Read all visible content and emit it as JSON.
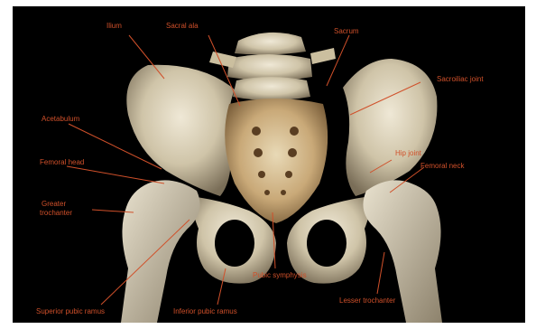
{
  "figure": {
    "background_color": "#000000",
    "bone_color": "#d8cfb8",
    "label_color": "#d0502a",
    "labels": {
      "ilium": "Ilium",
      "sacral_ala": "Sacral ala",
      "sacrum": "Sacrum",
      "sacroiliac_joint": "Sacroiliac joint",
      "acetabulum": "Acetabulum",
      "hip_joint": "Hip joint",
      "femoral_head": "Femoral head",
      "femoral_neck": "Femoral neck",
      "greater_trochanter_line1": "Greater",
      "greater_trochanter_line2": "trochanter",
      "pubic_symphysis": "Pubic symphysis",
      "superior_pubic_ramus": "Superior pubic ramus",
      "inferior_pubic_ramus": "Inferior pubic ramus",
      "lesser_trochanter": "Lesser trochanter"
    }
  }
}
